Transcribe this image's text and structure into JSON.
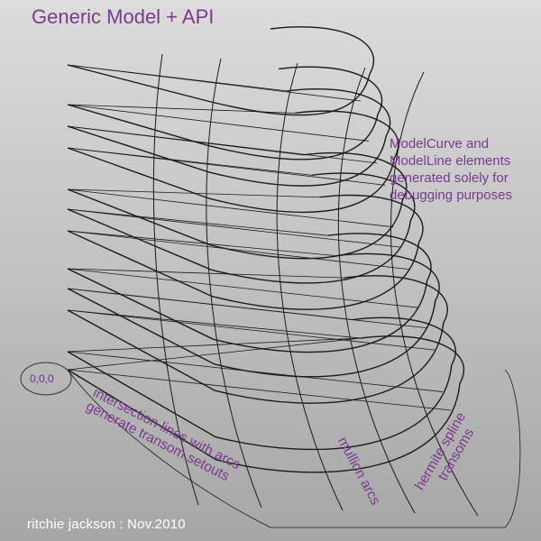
{
  "title": "Generic Model + API",
  "note": {
    "lines": [
      "ModelCurve  and",
      "ModelLine elements",
      "generated solely for",
      "debugging purposes"
    ]
  },
  "labels": {
    "origin": "0,0,0",
    "intersection_line1": "intersection lines with arcs",
    "intersection_line2": "generate transom setouts",
    "mullion_arcs": "mullion arcs",
    "hermite_line1": "hermite spline",
    "hermite_line2": "transoms"
  },
  "credit": "ritchie jackson : Nov.2010",
  "colors": {
    "label_purple": "#7a3a8f",
    "line": "#1a1a1a",
    "credit": "#ffffff"
  }
}
